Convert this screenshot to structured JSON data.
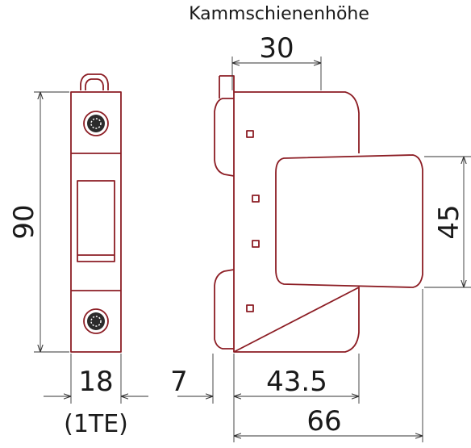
{
  "title": "Kammschienenhöhe",
  "dimensions": {
    "height": "90",
    "width": "18",
    "width_units": "(1TE)",
    "comb_busbar_height": "30",
    "front_height": "45",
    "offset": "7",
    "front_depth": "43.5",
    "total_depth": "66"
  },
  "colors": {
    "outline": "#8c1d24",
    "dimension": "#333333",
    "text": "#1a1a1a"
  }
}
